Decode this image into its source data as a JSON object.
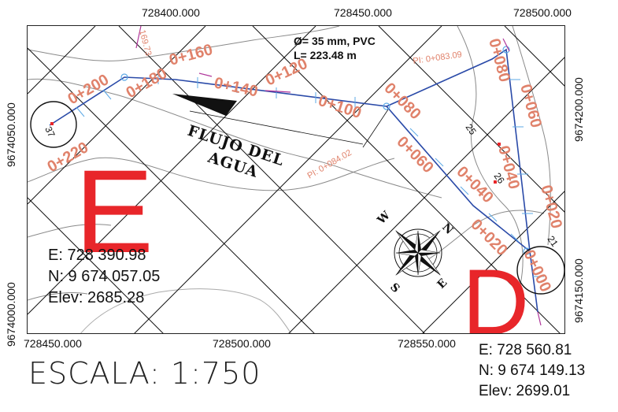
{
  "grid": {
    "top_eastings": [
      "728400.000",
      "728450.000",
      "728500.000"
    ],
    "bottom_eastings": [
      "728450.000",
      "728500.000",
      "728550.000"
    ],
    "left_northings": [
      "9674050.000",
      "9674000.000"
    ],
    "right_northings": [
      "9674200.000",
      "9674150.000"
    ]
  },
  "pipe": {
    "spec": "Ø= 35 mm, PVC",
    "length": "L= 223.48 m",
    "color": "#2a4aa8",
    "label_color": "#e0826b"
  },
  "stations": [
    "0+000",
    "0+020",
    "0+040",
    "0+060",
    "0+080",
    "0+100",
    "0+120",
    "0+140",
    "0+160",
    "0+180",
    "0+200",
    "0+220"
  ],
  "right_stations": [
    "0+020",
    "0+040",
    "0+060",
    "0+080"
  ],
  "pi_labels": [
    "PI: 0+083.09",
    "PI: 0+084.02"
  ],
  "misc_labels": {
    "a": "169.73",
    "b": "37",
    "c": "25",
    "d": "26",
    "e": "21"
  },
  "flow_label": {
    "line1": "FLUJO DEL",
    "line2": "AGUA"
  },
  "compass": {
    "n": "N",
    "s": "S",
    "e": "E",
    "w": "W"
  },
  "point_e": {
    "letter": "E",
    "easting": "E: 728 390.98",
    "northing": "N: 9 674 057.05",
    "elevation": "Elev: 2685.28"
  },
  "point_d": {
    "letter": "D",
    "easting": "E: 728 560.81",
    "northing": "N: 9 674 149.13",
    "elevation": "Elev: 2699.01"
  },
  "scale": "ESCALA: 1:750",
  "colors": {
    "point_letter": "#e8262a",
    "pipe": "#2a4aa8",
    "station": "#e0826b"
  }
}
